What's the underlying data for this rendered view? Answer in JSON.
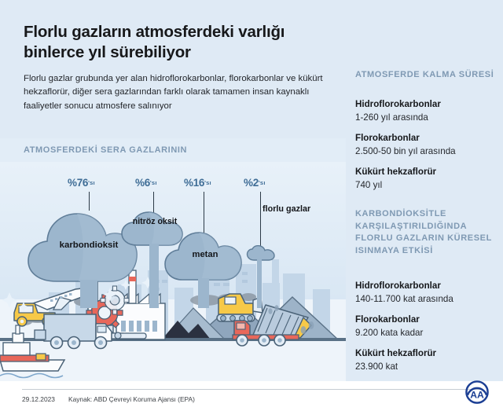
{
  "header": {
    "title": "Florlu gazların atmosferdeki varlığı binlerce yıl sürebiliyor",
    "subtitle": "Florlu gazlar grubunda yer alan hidroflorokarbonlar, florokarbonlar ve kükürt hekzaflorür, diğer sera gazlarından farklı olarak tamamen insan kaynaklı faaliyetler sonucu atmosfere salınıyor"
  },
  "chart_section": {
    "label": "ATMOSFERDEKİ SERA GAZLARININ"
  },
  "chart_data": {
    "type": "bar",
    "title": "ATMOSFERDEKİ SERA GAZLARININ",
    "categories": [
      "karbondioksit",
      "nitröz oksit",
      "metan",
      "florlu gazlar"
    ],
    "values": [
      76,
      6,
      16,
      2
    ],
    "value_labels": [
      "%76",
      "%6",
      "%16",
      "%2"
    ],
    "value_suffix": "'sı",
    "unit": "%",
    "ylim": [
      0,
      100
    ],
    "grid": false,
    "legend": false,
    "note": "Gas share shown as cloud glyphs sized proportionally to value"
  },
  "panels": [
    {
      "label": "ATMOSFERDE KALMA SÜRESİ",
      "items": [
        {
          "term": "Hidroflorokarbonlar",
          "value": "1-260 yıl arasında"
        },
        {
          "term": "Florokarbonlar",
          "value": "2.500-50 bin yıl arasında"
        },
        {
          "term": "Kükürt hekzaflorür",
          "value": "740 yıl"
        }
      ]
    },
    {
      "label": "KARBONDİOKSİTLE KARŞILAŞTIRILDIĞINDA FLORLU GAZLARIN KÜRESEL ISINMAYA ETKİSİ",
      "items": [
        {
          "term": "Hidroflorokarbonlar",
          "value": "140-11.700 kat arasında"
        },
        {
          "term": "Florokarbonlar",
          "value": "9.200 kata kadar"
        },
        {
          "term": "Kükürt hekzaflorür",
          "value": "23.900 kat"
        }
      ]
    }
  ],
  "footer": {
    "date": "29.12.2023",
    "source": "Kaynak: ABD Çevreyi Koruma Ajansı (EPA)",
    "logo": "aa-logo"
  },
  "colors": {
    "background": "#dfeaf5",
    "accent": "#7f99b3",
    "percent_text": "#3f6d96",
    "cloud_fill": "#9cb6cd",
    "cloud_stroke": "#5f7d98",
    "text": "#16181b",
    "logo_blue": "#1c3f94"
  }
}
